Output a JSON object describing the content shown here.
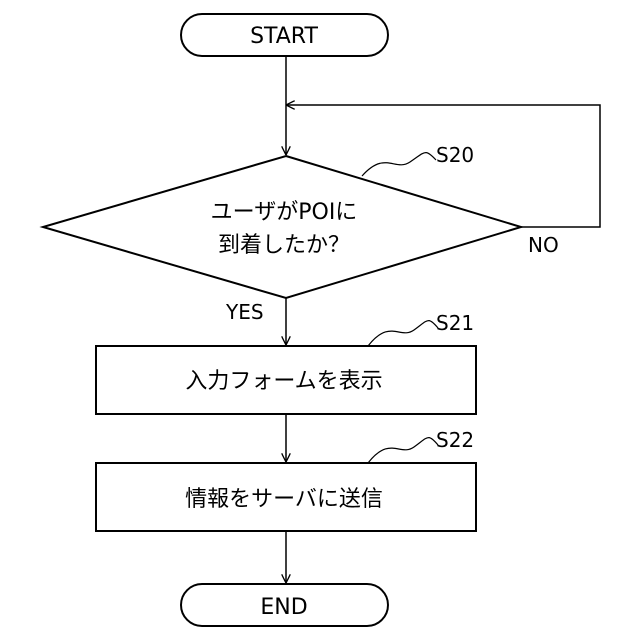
{
  "flowchart": {
    "start": "START",
    "decision": {
      "line1": "ユーザがPOIに",
      "line2": "到着したか？",
      "step": "S20",
      "yes": "YES",
      "no": "NO"
    },
    "process1": {
      "text": "入力フォームを表示",
      "step": "S21"
    },
    "process2": {
      "text": "情報をサーバに送信",
      "step": "S22"
    },
    "end": "END"
  }
}
